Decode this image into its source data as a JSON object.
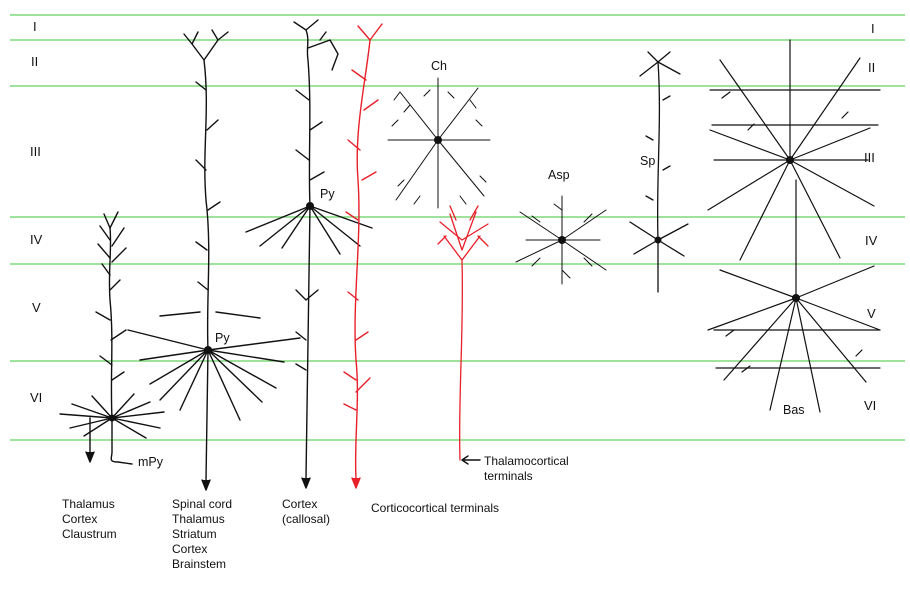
{
  "layers_left": [
    "I",
    "II",
    "III",
    "IV",
    "V",
    "VI"
  ],
  "layers_right": [
    "I",
    "II",
    "III",
    "IV",
    "V",
    "VI"
  ],
  "cells": {
    "py": "Py",
    "py2": "Py",
    "mpy": "mPy",
    "ch": "Ch",
    "asp": "Asp",
    "sp": "Sp",
    "bas": "Bas"
  },
  "targets": {
    "mpy": [
      "Thalamus",
      "Cortex",
      "Claustrum"
    ],
    "py_deep": [
      "Spinal cord",
      "Thalamus",
      "Striatum",
      "Cortex",
      "Brainstem"
    ],
    "py_callosal": [
      "Cortex",
      "(callosal)"
    ],
    "corticocortical": "Corticocortical terminals",
    "thalamocortical": [
      "Thalamocortical",
      "terminals"
    ]
  },
  "colors": {
    "layer_lines": "#7fd97a",
    "neuron": "#111111",
    "afferent": "#e8202a"
  }
}
